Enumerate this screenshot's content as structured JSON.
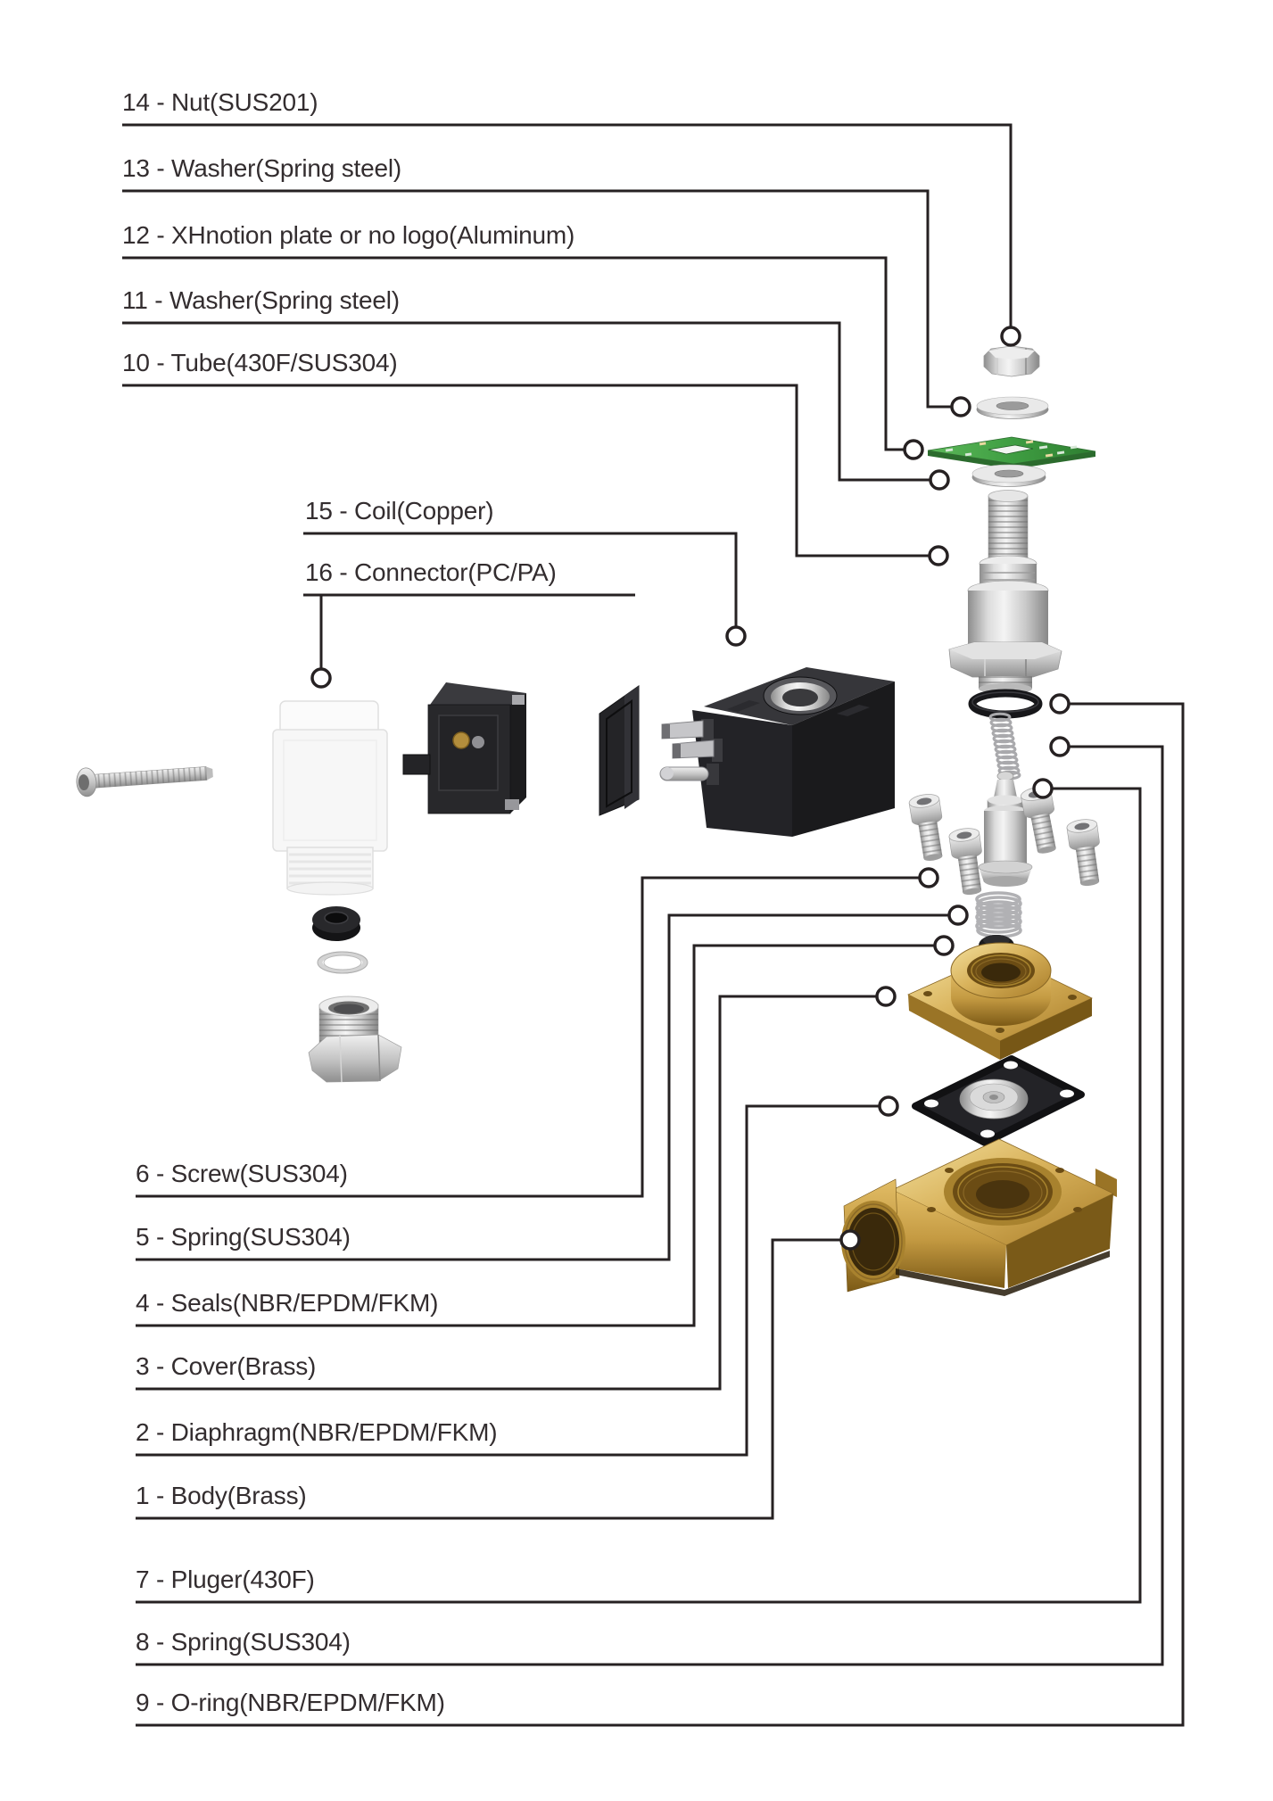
{
  "diagram": {
    "kind": "exploded-parts-diagram",
    "subject": "solenoid valve assembly",
    "background": "#ffffff",
    "line_color": "#262122",
    "text_color": "#332d2f",
    "brass_color": "#c49a42",
    "pcb_color": "#3f9e42",
    "metal_color": "#c6c6c6",
    "plastic_color": "#232327"
  },
  "labels": [
    {
      "part": 14,
      "text": "14 - Nut(SUS201)"
    },
    {
      "part": 13,
      "text": "13 - Washer(Spring steel)"
    },
    {
      "part": 12,
      "text": "12 - XHnotion plate or no logo(Aluminum)"
    },
    {
      "part": 11,
      "text": "11 - Washer(Spring steel)"
    },
    {
      "part": 10,
      "text": "10 - Tube(430F/SUS304)"
    },
    {
      "part": 15,
      "text": "15 - Coil(Copper)"
    },
    {
      "part": 16,
      "text": "16 - Connector(PC/PA)"
    },
    {
      "part": 6,
      "text": "6 - Screw(SUS304)"
    },
    {
      "part": 5,
      "text": "5 - Spring(SUS304)"
    },
    {
      "part": 4,
      "text": "4 - Seals(NBR/EPDM/FKM)"
    },
    {
      "part": 3,
      "text": "3 - Cover(Brass)"
    },
    {
      "part": 2,
      "text": "2 - Diaphragm(NBR/EPDM/FKM)"
    },
    {
      "part": 1,
      "text": "1 - Body(Brass)"
    },
    {
      "part": 7,
      "text": "7 - Pluger(430F)"
    },
    {
      "part": 8,
      "text": "8 - Spring(SUS304)"
    },
    {
      "part": 9,
      "text": "9 - O-ring(NBR/EPDM/FKM)"
    }
  ]
}
